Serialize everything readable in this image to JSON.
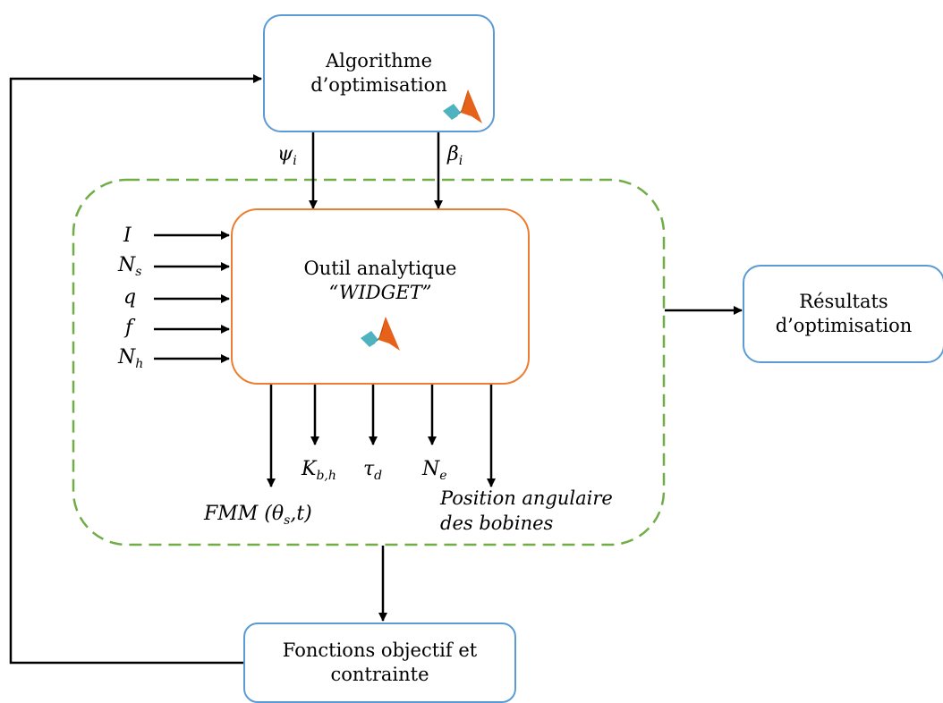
{
  "boxes": {
    "algo": {
      "line1": "Algorithme",
      "line2": "d’optimisation"
    },
    "outil": {
      "line1": "Outil analytique",
      "line2": "“WIDGET”"
    },
    "resultats": {
      "line1": "Résultats",
      "line2": "d’optimisation"
    },
    "fonctions": {
      "line1": "Fonctions objectif et",
      "line2": "contrainte"
    }
  },
  "top_inputs": [
    {
      "base": "ψ",
      "sub": "i"
    },
    {
      "base": "β",
      "sub": "i"
    }
  ],
  "left_inputs": [
    {
      "base": "I",
      "sub": ""
    },
    {
      "base": "N",
      "sub": "s"
    },
    {
      "base": "q",
      "sub": ""
    },
    {
      "base": "f",
      "sub": ""
    },
    {
      "base": "N",
      "sub": "h"
    }
  ],
  "outputs": {
    "fmm": {
      "prefix": "FMM (θ",
      "sub": "s",
      "suffix": ",t)"
    },
    "kb": {
      "base": "K",
      "sub": "b,h"
    },
    "tau": {
      "base": "τ",
      "sub": "d"
    },
    "ne": {
      "base": "N",
      "sub": "e"
    },
    "position": {
      "line1": "Position angulaire",
      "line2": "des bobines"
    }
  },
  "icons": [
    "matlab-logo-icon"
  ],
  "colors": {
    "blue_border": "#5b9bd5",
    "orange_border": "#ed7d31",
    "dashed_green": "#70ad47"
  }
}
